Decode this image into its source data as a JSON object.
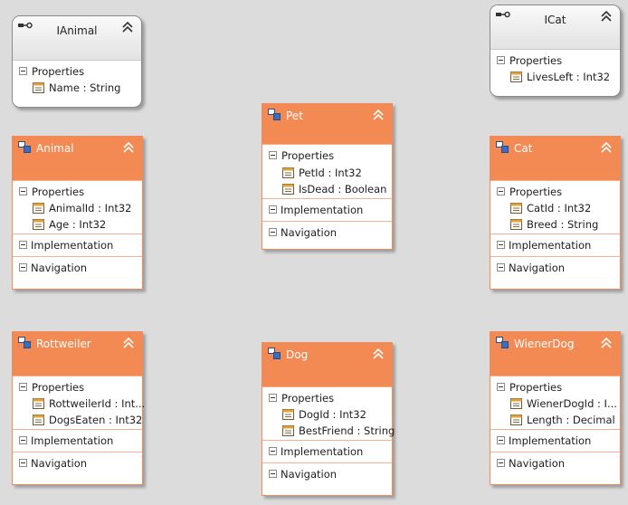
{
  "entities": {
    "ianimal": {
      "name": "IAnimal",
      "properties_label": "Properties",
      "properties": [
        "Name : String"
      ]
    },
    "icat": {
      "name": "ICat",
      "properties_label": "Properties",
      "properties": [
        "LivesLeft : Int32"
      ]
    },
    "pet": {
      "name": "Pet",
      "properties_label": "Properties",
      "properties": [
        "PetId : Int32",
        "IsDead : Boolean"
      ],
      "implementation_label": "Implementation",
      "navigation_label": "Navigation"
    },
    "animal": {
      "name": "Animal",
      "properties_label": "Properties",
      "properties": [
        "AnimalId : Int32",
        "Age : Int32"
      ],
      "implementation_label": "Implementation",
      "navigation_label": "Navigation"
    },
    "cat": {
      "name": "Cat",
      "properties_label": "Properties",
      "properties": [
        "CatId : Int32",
        "Breed : String"
      ],
      "implementation_label": "Implementation",
      "navigation_label": "Navigation"
    },
    "rottweiler": {
      "name": "Rottweiler",
      "properties_label": "Properties",
      "properties": [
        "RottweilerId : Int...",
        "DogsEaten : Int32"
      ],
      "implementation_label": "Implementation",
      "navigation_label": "Navigation"
    },
    "dog": {
      "name": "Dog",
      "properties_label": "Properties",
      "properties": [
        "DogId : Int32",
        "BestFriend : String"
      ],
      "implementation_label": "Implementation",
      "navigation_label": "Navigation"
    },
    "wienerdog": {
      "name": "WienerDog",
      "properties_label": "Properties",
      "properties": [
        "WienerDogId : I...",
        "Length : Decimal"
      ],
      "implementation_label": "Implementation",
      "navigation_label": "Navigation"
    }
  },
  "colors": {
    "class_header": "#f48a53",
    "interface_header": "#eeeeee",
    "canvas": "#dcdcdc"
  }
}
